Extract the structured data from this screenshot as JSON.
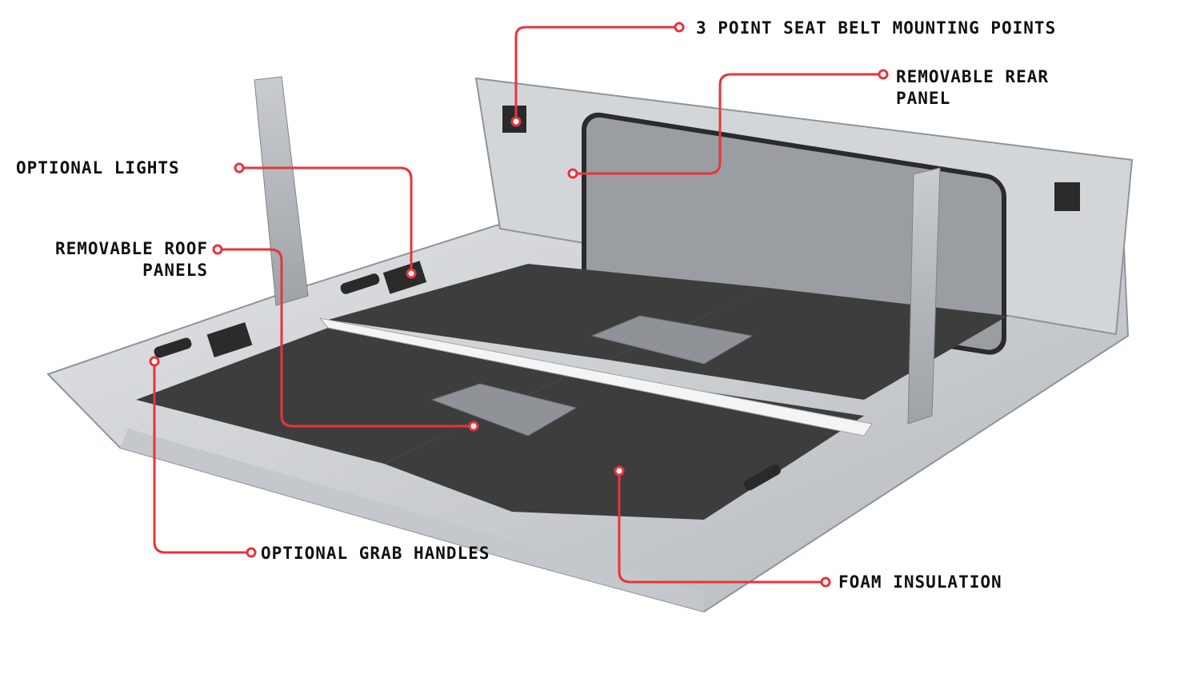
{
  "colors": {
    "callout": "#e8343a",
    "background": "#ffffff",
    "text": "#111111"
  },
  "callouts": {
    "seat_belt": "3 POINT SEAT BELT MOUNTING POINTS",
    "rear_panel_line1": "REMOVABLE REAR",
    "rear_panel_line2": "PANEL",
    "lights": "OPTIONAL LIGHTS",
    "roof_line1": "REMOVABLE ROOF",
    "roof_line2": "PANELS",
    "grab_handles": "OPTIONAL GRAB HANDLES",
    "foam": "FOAM INSULATION"
  }
}
